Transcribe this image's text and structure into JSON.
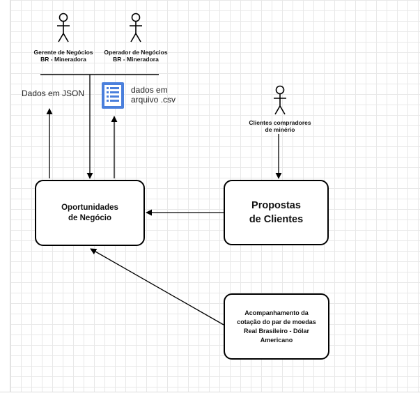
{
  "actors": {
    "gerente": "Gerente de Negócios\nBR - Mineradora",
    "operador": "Operador de Negócios\nBR - Mineradora",
    "clientes": "Clientes compradores\nde minério"
  },
  "labels": {
    "json": "Dados em JSON",
    "csv": "dados em\narquivo .csv"
  },
  "boxes": {
    "oportunidades": "Oportunidades\nde Negócio",
    "propostas": "Propostas\nde Clientes",
    "acompanhamento": "Acompanhamento da\ncotação do par de moedas\nReal Brasileiro - Dólar\nAmericano"
  },
  "icons": {
    "csv": "document-list-icon"
  },
  "colors": {
    "icon_blue": "#4a7fdc",
    "stroke": "#000000"
  }
}
